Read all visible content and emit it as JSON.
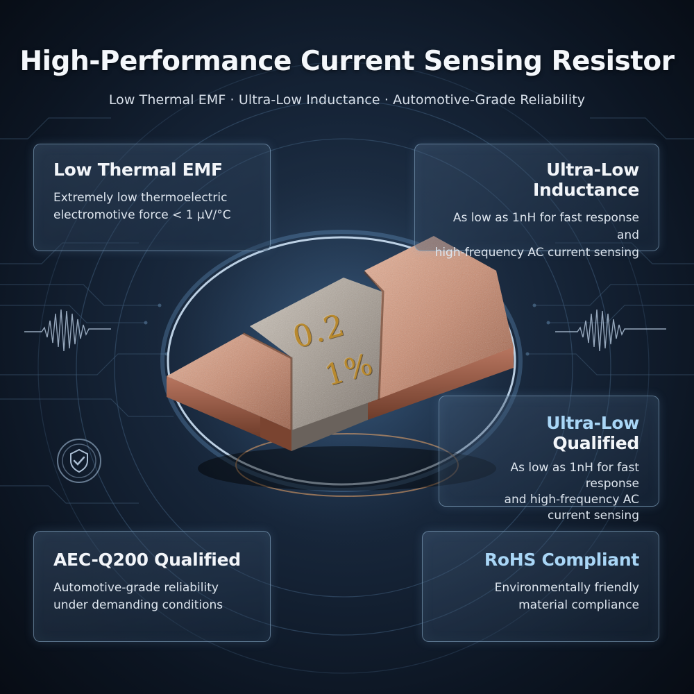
{
  "header": {
    "title": "High-Performance Current Sensing Resistor",
    "subtitle": "Low Thermal EMF · Ultra-Low Inductance · Automotive-Grade Reliability"
  },
  "cards": {
    "top_left": {
      "title": "Low Thermal EMF",
      "desc_line1": "Extremely low thermoelectric",
      "desc_line2": "electromotive force < 1 μV/°C"
    },
    "top_right": {
      "title": "Ultra-Low Inductance",
      "desc_line1": "As low as 1nH for fast response and",
      "desc_line2": "high-frequency AC current sensing"
    },
    "mid_right": {
      "title_accent": "Ultra-Low",
      "title_rest": " Qualified",
      "desc_line1": "As low as 1nH for fast response",
      "desc_line2": "and high-frequency AC",
      "desc_line3": "current sensing"
    },
    "bottom_left": {
      "title": "AEC-Q200 Qualified",
      "desc_line1": "Automotive-grade reliability",
      "desc_line2": "under demanding conditions"
    },
    "bottom_right": {
      "title": "RoHS Compliant",
      "desc_line1": "Environmentally friendly",
      "desc_line2": "material compliance"
    }
  },
  "resistor_marking": {
    "value": "0.2",
    "tolerance": "1%"
  },
  "icons": {
    "badge": "check-shield-icon",
    "waves": "waveform-icon"
  },
  "colors": {
    "background": "#0c1522",
    "accent": "#a9d6f6",
    "copper": "#c98c72",
    "alloy": "#a79e94",
    "glow": "#8fc8ff"
  }
}
